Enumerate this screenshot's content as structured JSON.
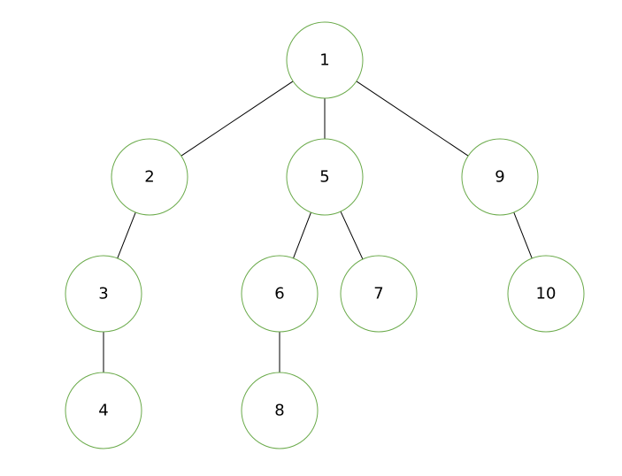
{
  "tree": {
    "nodes": [
      {
        "id": "n1",
        "label": "1"
      },
      {
        "id": "n2",
        "label": "2"
      },
      {
        "id": "n5",
        "label": "5"
      },
      {
        "id": "n9",
        "label": "9"
      },
      {
        "id": "n3",
        "label": "3"
      },
      {
        "id": "n6",
        "label": "6"
      },
      {
        "id": "n7",
        "label": "7"
      },
      {
        "id": "n10",
        "label": "10"
      },
      {
        "id": "n4",
        "label": "4"
      },
      {
        "id": "n8",
        "label": "8"
      }
    ],
    "edges": [
      {
        "from": "n1",
        "to": "n2"
      },
      {
        "from": "n1",
        "to": "n5"
      },
      {
        "from": "n1",
        "to": "n9"
      },
      {
        "from": "n2",
        "to": "n3"
      },
      {
        "from": "n3",
        "to": "n4"
      },
      {
        "from": "n5",
        "to": "n6"
      },
      {
        "from": "n5",
        "to": "n7"
      },
      {
        "from": "n6",
        "to": "n8"
      },
      {
        "from": "n9",
        "to": "n10"
      }
    ],
    "colors": {
      "node_stroke": "#6aaa4a",
      "edge": "#000000",
      "text": "#000000"
    }
  }
}
